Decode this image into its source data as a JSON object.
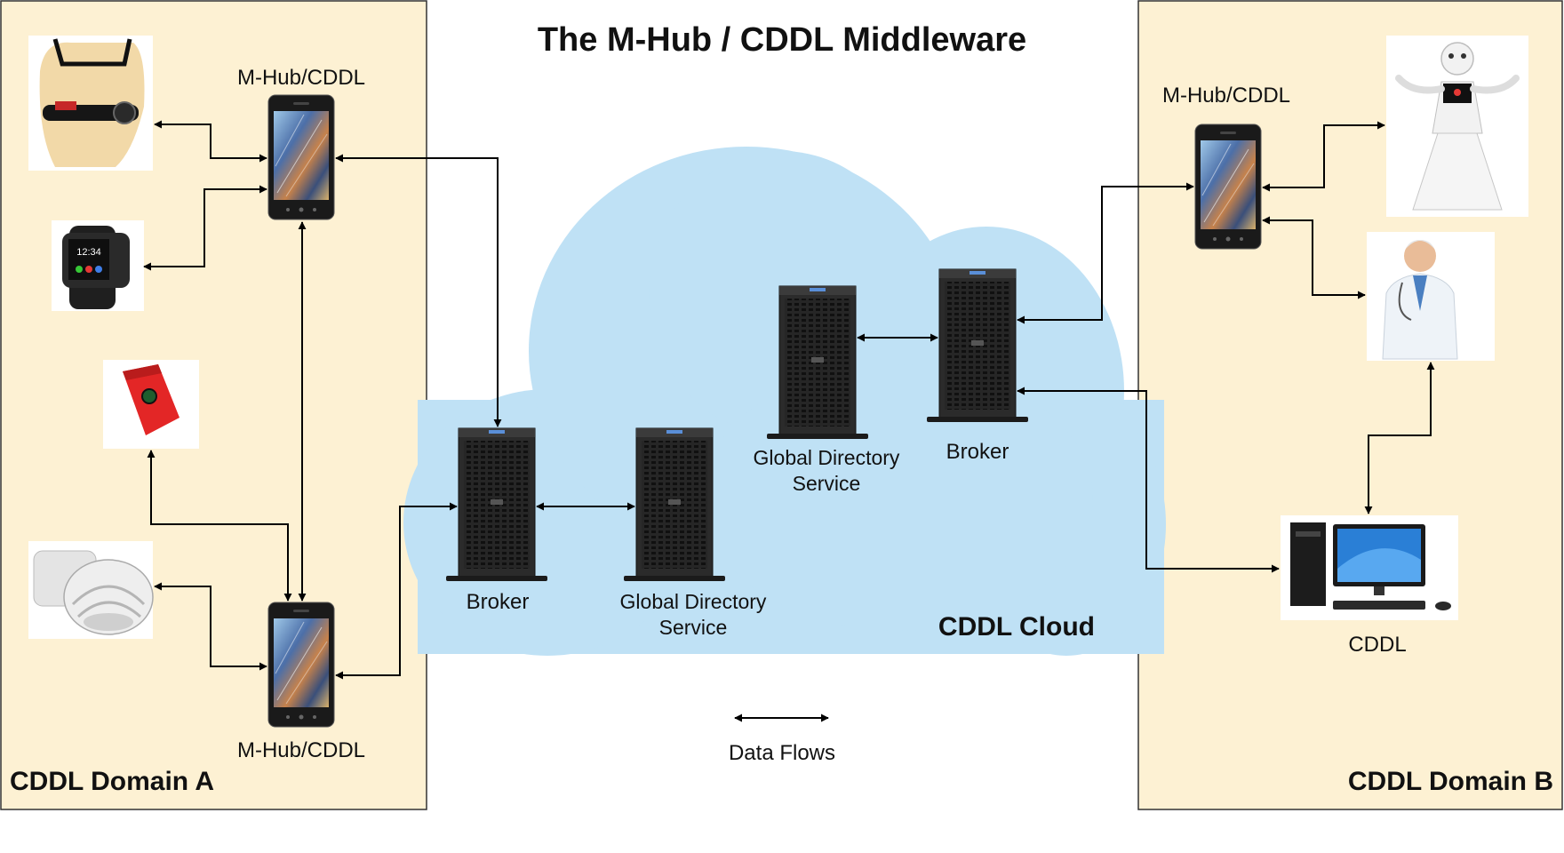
{
  "title": "The M-Hub / CDDL Middleware",
  "domains": {
    "a": {
      "label": "CDDL Domain A",
      "hub_top_label": "M-Hub/CDDL",
      "hub_bottom_label": "M-Hub/CDDL"
    },
    "b": {
      "label": "CDDL Domain B",
      "hub_label": "M-Hub/CDDL",
      "pc_label": "CDDL"
    }
  },
  "cloud": {
    "label": "CDDL Cloud",
    "broker_left_label": "Broker",
    "gds_left_label_line1": "Global Directory",
    "gds_left_label_line2": "Service",
    "gds_right_label_line1": "Global Directory",
    "gds_right_label_line2": "Service",
    "broker_right_label": "Broker"
  },
  "legend": {
    "label": "Data Flows"
  },
  "colors": {
    "domain_fill": "#fdf1d3",
    "domain_border": "#333333",
    "cloud_fill": "#bfe1f5",
    "server_body": "#2b2b2b",
    "phone_body": "#1a1a1a"
  },
  "icons": {
    "chest_strap": "heart-rate-chest-strap-icon",
    "smartwatch": "smartwatch-icon",
    "red_sensor": "red-sensor-tag-icon",
    "motion_sensor": "motion-sensor-icon",
    "phone": "smartphone-icon",
    "server": "tower-server-icon",
    "robot": "humanoid-robot-icon",
    "doctor": "doctor-icon",
    "desktop": "desktop-computer-icon"
  }
}
